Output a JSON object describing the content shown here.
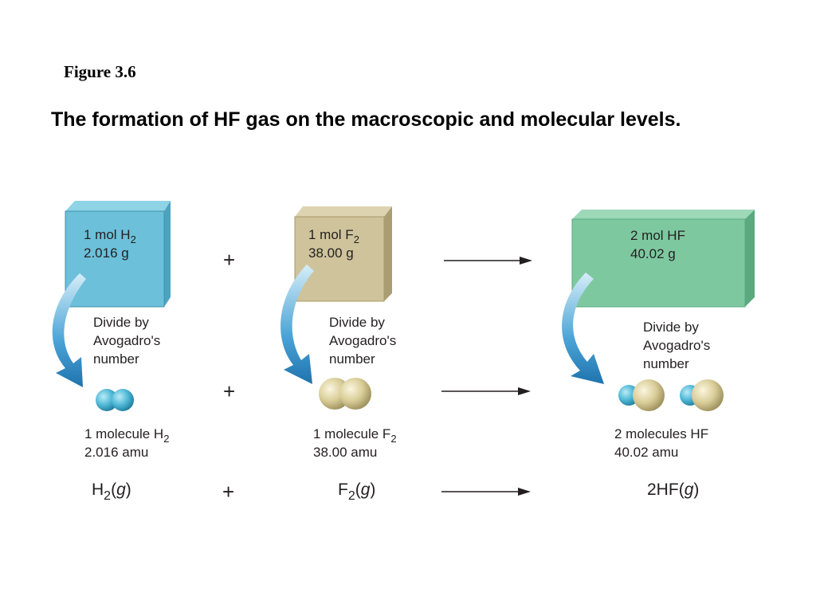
{
  "figure_label": "Figure 3.6",
  "title": "The formation of HF gas on the macroscopic and molecular levels.",
  "colors": {
    "h2_box": "#6cc0da",
    "f2_box": "#cfc39b",
    "hf_box": "#7ec8a0",
    "arrow": "#2f8cc4",
    "h_atom": "#4fb8d6",
    "f_atom": "#d9cd98"
  },
  "boxes": {
    "h2": {
      "line1": "1 mol H",
      "line1_sub": "2",
      "line2": "2.016 g"
    },
    "f2": {
      "line1": "1 mol F",
      "line1_sub": "2",
      "line2": "38.00 g"
    },
    "hf": {
      "line1": "2 mol HF",
      "line2": "40.02 g"
    }
  },
  "divide": {
    "line1": "Divide by",
    "line2": "Avogadro's",
    "line3": "number"
  },
  "molecules": {
    "h2": {
      "line1": "1 molecule H",
      "line1_sub": "2",
      "line2": "2.016 amu"
    },
    "f2": {
      "line1": "1 molecule F",
      "line1_sub": "2",
      "line2": "38.00 amu"
    },
    "hf": {
      "line1": "2 molecules HF",
      "line2": "40.02 amu"
    }
  },
  "equation": {
    "h2": {
      "main": "H",
      "sub": "2",
      "state_open": "(",
      "state": "g",
      "state_close": ")"
    },
    "f2": {
      "main": "F",
      "sub": "2",
      "state_open": "(",
      "state": "g",
      "state_close": ")"
    },
    "hf": {
      "main": "2HF",
      "state_open": "(",
      "state": "g",
      "state_close": ")"
    }
  },
  "plus_sign": "+"
}
